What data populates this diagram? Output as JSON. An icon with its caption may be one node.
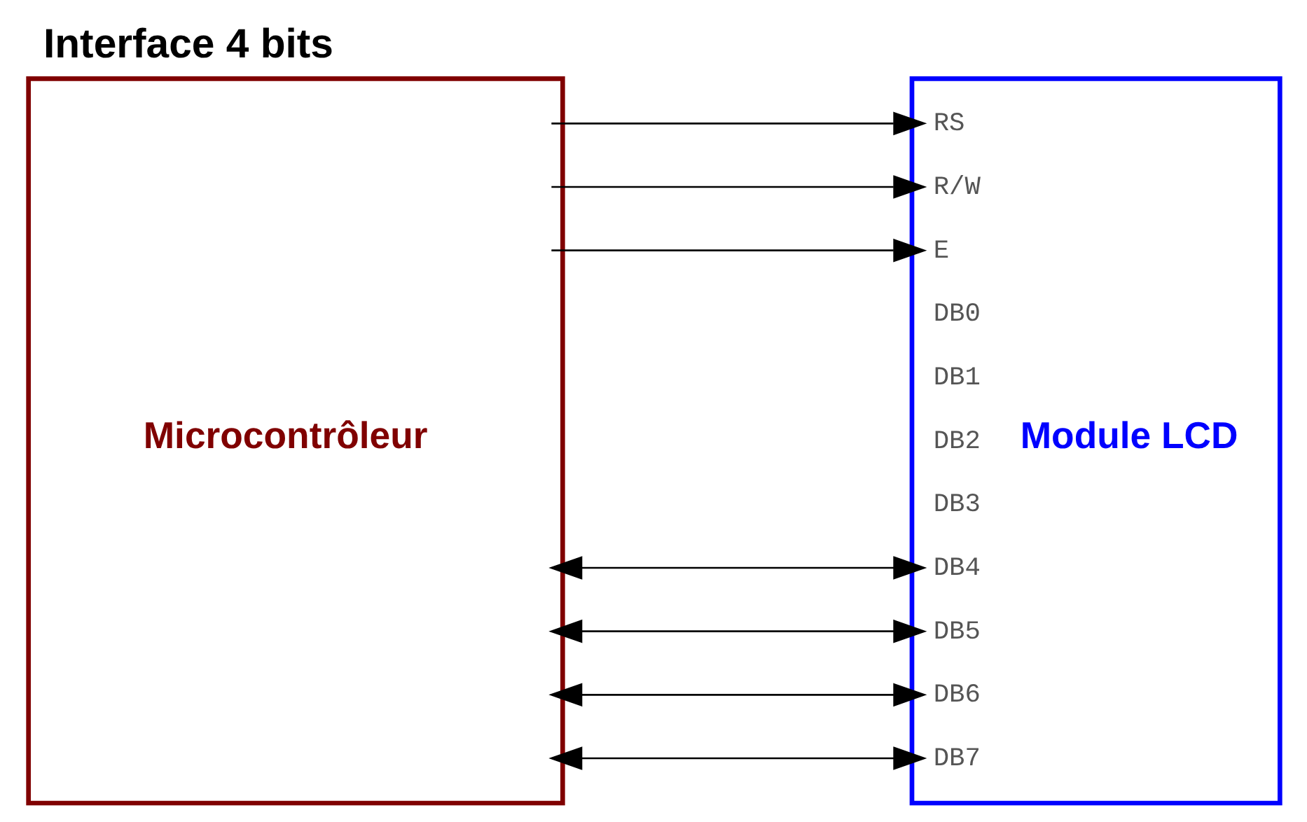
{
  "diagram": {
    "title": "Interface 4 bits",
    "nodes": [
      {
        "text": [
          "Microcontrôleur"
        ]
      },
      {
        "text": [
          "RS",
          "R/W",
          "E",
          "DB0",
          "DB1",
          "DB2",
          "DB3",
          "DB4",
          "DB5",
          "DB6",
          "DB7",
          "Module LCD"
        ]
      }
    ],
    "edges": [
      {
        "from": 0,
        "to": 1,
        "arrow": "to"
      },
      {
        "from": 0,
        "to": 1,
        "arrow": "to"
      },
      {
        "from": 0,
        "to": 1,
        "arrow": "to"
      },
      {
        "from": 0,
        "to": 1,
        "arrow": "both"
      },
      {
        "from": 0,
        "to": 1,
        "arrow": "both"
      },
      {
        "from": 0,
        "to": 1,
        "arrow": "both"
      },
      {
        "from": 0,
        "to": 1,
        "arrow": "both"
      }
    ]
  }
}
